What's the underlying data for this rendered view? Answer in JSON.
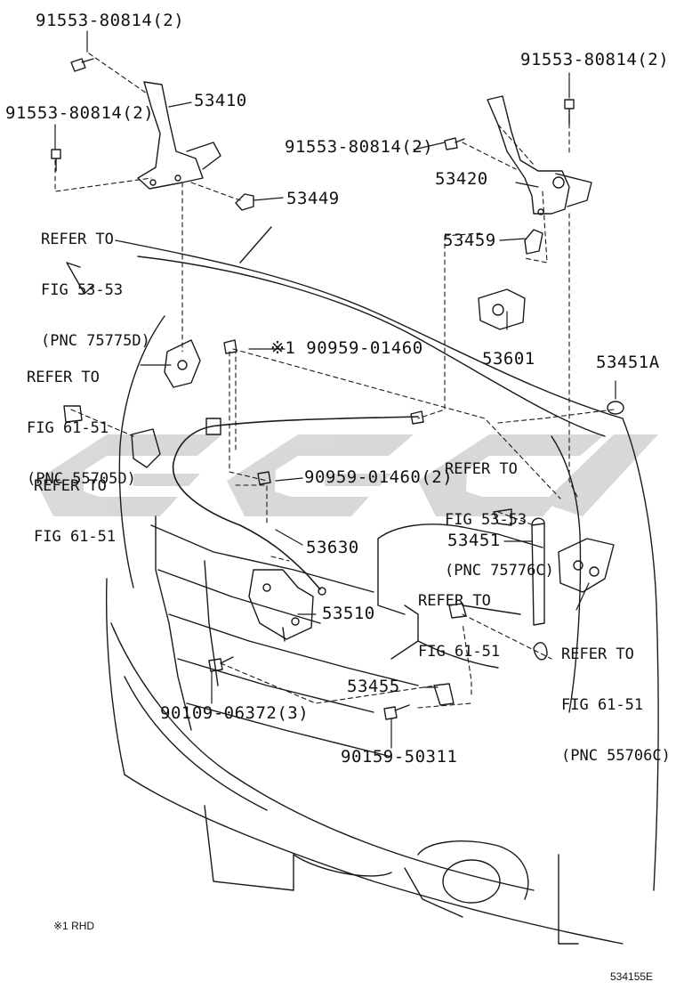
{
  "callouts": {
    "bolt_top_left": "91553-80814(2)",
    "bolt_mid_left": "91553-80814(2)",
    "bolt_top_right": "91553-80814(2)",
    "bolt_mid_right": "91553-80814(2)",
    "hinge_left": "53410",
    "hinge_right": "53420",
    "clip_53449": "53449",
    "clip_53459": "53459",
    "bracket_53601": "53601",
    "cushion_53451A": "53451A",
    "clamp_rhd": "※1 90959-01460",
    "clamp_2": "90959-01460(2)",
    "cable_53630": "53630",
    "support_rod_53451": "53451",
    "lock_53510": "53510",
    "bolt_90109": "90109-06372(3)",
    "lever_53455": "53455",
    "bolt_90159": "90159-50311"
  },
  "refs": {
    "ref_1": [
      "REFER TO",
      "FIG 53-53",
      "(PNC 75775D)"
    ],
    "ref_2": [
      "REFER TO",
      "FIG 61-51",
      "(PNC 55705D)"
    ],
    "ref_3": [
      "REFER TO",
      "FIG 61-51"
    ],
    "ref_4": [
      "REFER TO",
      "FIG 53-53",
      "(PNC 75776C)"
    ],
    "ref_5": [
      "REFER TO",
      "FIG 61-51"
    ],
    "ref_6": [
      "REFER TO",
      "FIG 61-51",
      "(PNC 55706C)"
    ]
  },
  "footnote": "※1 RHD",
  "diagram_id": "534155E",
  "colors": {
    "line": "#1a1a1a",
    "watermark": "#cfcfcf"
  }
}
